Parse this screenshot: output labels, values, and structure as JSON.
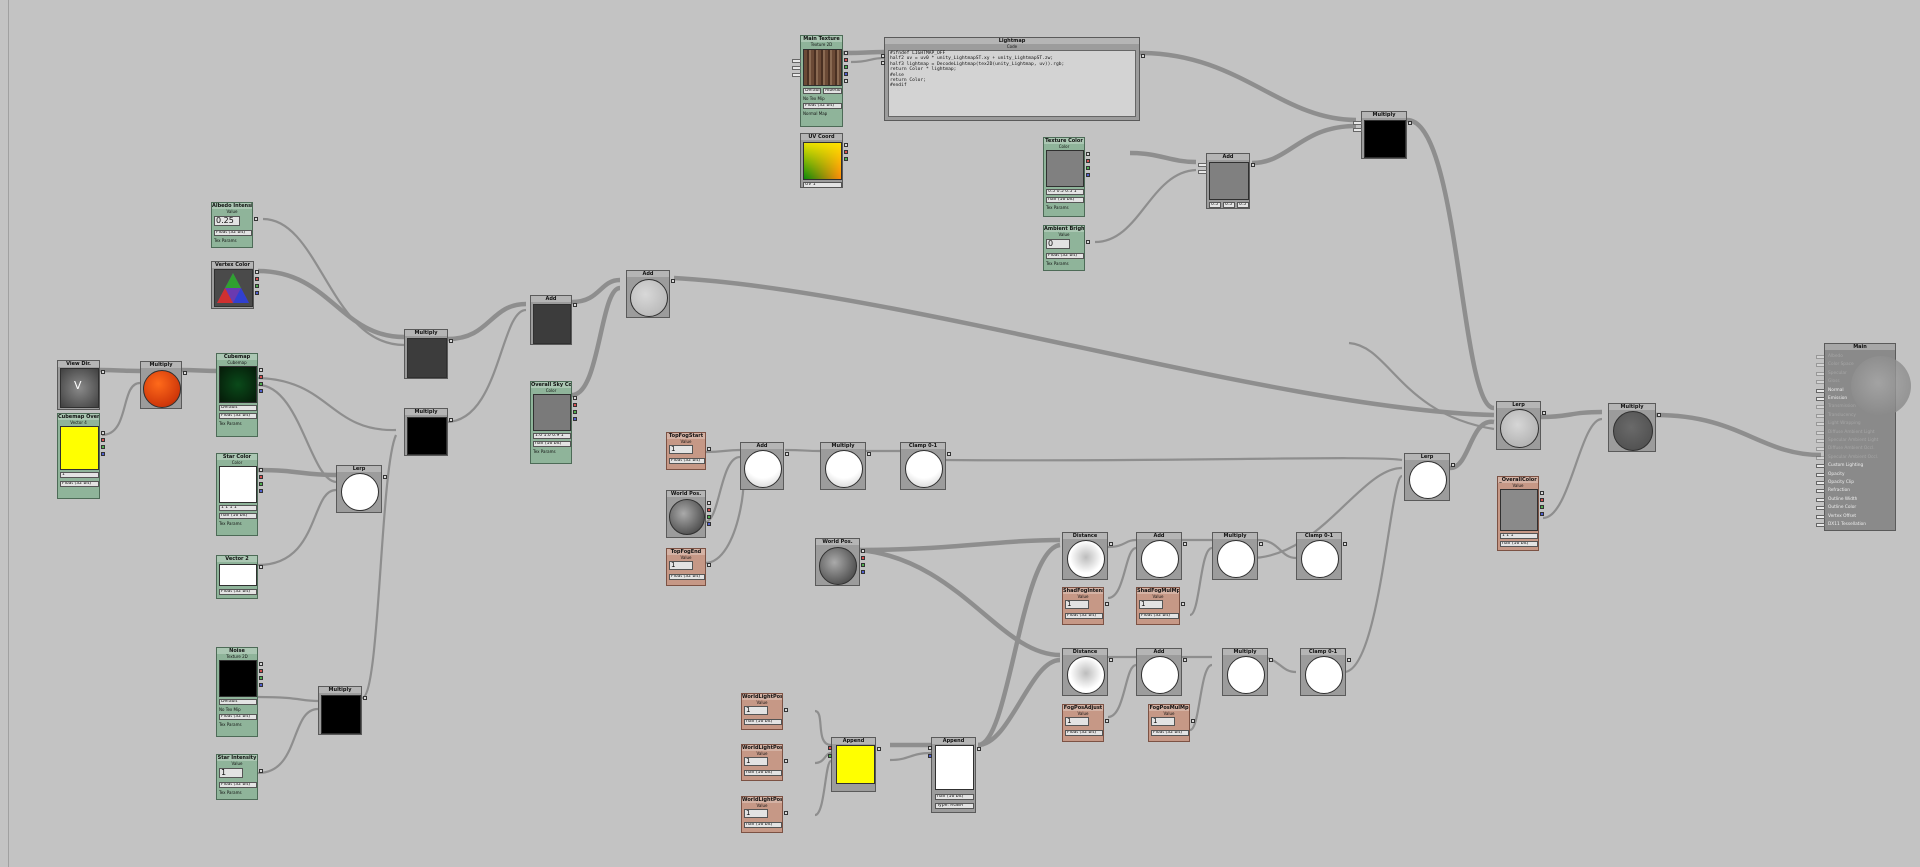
{
  "colors": {
    "canvas": "#c3c3c3",
    "node_gray": "#7a7a7a",
    "node_green": "#8fb49a",
    "node_salmon": "#c69886",
    "wire": "#8e8e8e"
  },
  "nodes": {
    "main_texture": {
      "title": "Main Texture",
      "type": "Texture 2D",
      "value_row": "Default",
      "mode": "Albedo",
      "checkbox": "No Tex Mip",
      "format": "Float (32 bit)",
      "toggle": "Normal Map"
    },
    "uv_coord": {
      "title": "UV Coord",
      "field": "UV 1"
    },
    "lightmap": {
      "title": "Lightmap",
      "sub": "Code",
      "code": "#ifndef LIGHTMAP_OFF\nhalf2 uv = uv0 * unity_LightmapST.xy + unity_LightmapST.zw;\nhalf3 lightmap = DecodeLightmap(tex2D(unity_Lightmap, uv)).rgb;\nreturn Color * lightmap;\n#else\nreturn Color;\n#endif"
    },
    "texture_color": {
      "title": "Texture Color",
      "type": "Color",
      "field": "0.5  0.5  0.5  1",
      "format": "half (16 bit)",
      "checkbox": "Tex Params"
    },
    "add_top": {
      "title": "Add",
      "fields": [
        "0.5",
        "0.5",
        "0.5"
      ]
    },
    "ambient_brightness": {
      "title": "Ambient Brightness",
      "type": "Value",
      "value": "0",
      "format": "Float (32 bit)",
      "checkbox": "Tex Params"
    },
    "multiply_top": {
      "title": "Multiply"
    },
    "albedo_intensity": {
      "title": "Albedo Intensity",
      "type": "Value",
      "value": "0.25",
      "format": "Float (32 bit)",
      "checkbox": "Tex Params"
    },
    "vertex_color": {
      "title": "Vertex Color"
    },
    "multiply_1": {
      "title": "Multiply"
    },
    "add_1": {
      "title": "Add"
    },
    "add_2": {
      "title": "Add"
    },
    "view_dir": {
      "title": "View Dir."
    },
    "multiply_2": {
      "title": "Multiply"
    },
    "cubemap": {
      "title": "Cubemap",
      "type": "Cubemap",
      "mode": "Default",
      "format": "Float (32 bit)",
      "checkbox": "Tex Params"
    },
    "multiply_3": {
      "title": "Multiply"
    },
    "overall_sky_color": {
      "title": "Overall Sky Color",
      "type": "Color",
      "field": "1.0  1.0  0.9  1",
      "format": "half (16 bit)",
      "checkbox": "Tex Params"
    },
    "cubemap_override": {
      "title": "Cubemap Override",
      "type": "Vector 4",
      "field": "1",
      "format": "Float (32 bit)"
    },
    "star_color": {
      "title": "Star Color",
      "type": "Color",
      "field": "1  1  1  1",
      "format": "half (16 bit)",
      "checkbox": "Tex Params"
    },
    "lerp_1": {
      "title": "Lerp"
    },
    "vector_2": {
      "title": "Vector 2",
      "format": "Float (32 bit)"
    },
    "noise": {
      "title": "Noise",
      "type": "Texture 2D",
      "value_row": "Default",
      "checkbox": "No Tex Mip",
      "format": "Float (32 bit)",
      "toggle": "Tex Params"
    },
    "multiply_noise": {
      "title": "Multiply"
    },
    "star_intensity": {
      "title": "Star Intensity",
      "type": "Value",
      "value": "1",
      "format": "Float (32 bit)",
      "checkbox": "Tex Params"
    },
    "top_fog_start": {
      "title": "TopFogStart",
      "type": "Value",
      "value": "1",
      "format": "Float (32 bit)"
    },
    "world_pos_1": {
      "title": "World Pos."
    },
    "top_fog_end": {
      "title": "TopFogEnd",
      "type": "Value",
      "value": "1",
      "format": "Float (32 bit)"
    },
    "add_fog": {
      "title": "Add"
    },
    "multiply_fog": {
      "title": "Multiply"
    },
    "clamp_fog": {
      "title": "Clamp 0-1"
    },
    "world_pos_2": {
      "title": "World Pos."
    },
    "distance_1": {
      "title": "Distance"
    },
    "add_d1": {
      "title": "Add"
    },
    "multiply_d1": {
      "title": "Multiply"
    },
    "clamp_d1": {
      "title": "Clamp 0-1"
    },
    "shad_fog_intensity": {
      "title": "ShadFogIntens",
      "type": "Value",
      "value": "1",
      "format": "Float (32 bit)"
    },
    "shad_fog_mul": {
      "title": "ShadFogMulMp",
      "type": "Value",
      "value": "1",
      "format": "Float (32 bit)"
    },
    "distance_2": {
      "title": "Distance"
    },
    "add_d2": {
      "title": "Add"
    },
    "multiply_d2": {
      "title": "Multiply"
    },
    "clamp_d2": {
      "title": "Clamp 0-1"
    },
    "fog_pos_adjust": {
      "title": "FogPosAdjust",
      "type": "Value",
      "value": "1",
      "format": "Float (32 bit)"
    },
    "fog_pos_mul": {
      "title": "FogPosMulMp",
      "type": "Value",
      "value": "1",
      "format": "Float (32 bit)"
    },
    "light_pos_x": {
      "title": "WorldLightPosX",
      "type": "Value",
      "value": "1",
      "format": "half (16 bit)"
    },
    "light_pos_y": {
      "title": "WorldLightPosY",
      "type": "Value",
      "value": "1",
      "format": "half (16 bit)"
    },
    "light_pos_z": {
      "title": "WorldLightPosZ",
      "type": "Value",
      "value": "1",
      "format": "half (16 bit)"
    },
    "append_1": {
      "title": "Append"
    },
    "append_2": {
      "title": "Append",
      "format": "half (16 bit)",
      "extra": "Type: RGBA"
    },
    "lerp_2": {
      "title": "Lerp"
    },
    "lerp_3": {
      "title": "Lerp"
    },
    "overall_color": {
      "title": "_OverallColor",
      "type": "Value",
      "field": "1  1  1",
      "format": "half (16 bit)"
    },
    "multiply_final": {
      "title": "Multiply"
    },
    "main": {
      "title": "Main",
      "inputs": [
        {
          "label": "Albedo",
          "active": false
        },
        {
          "label": "Color Space",
          "active": false
        },
        {
          "label": "Specular",
          "active": false
        },
        {
          "label": "Gloss",
          "active": false
        },
        {
          "label": "Normal",
          "active": true
        },
        {
          "label": "Emission",
          "active": true
        },
        {
          "label": "Transmission",
          "active": false
        },
        {
          "label": "Translucency",
          "active": false
        },
        {
          "label": "Light Wrapping",
          "active": false
        },
        {
          "label": "Diffuse Ambient Light",
          "active": false
        },
        {
          "label": "Specular Ambient Light",
          "active": false
        },
        {
          "label": "Diffuse Ambient Occl.",
          "active": false
        },
        {
          "label": "Specular Ambient Occl.",
          "active": false
        },
        {
          "label": "Custom Lighting",
          "active": true
        },
        {
          "label": "Opacity",
          "active": true
        },
        {
          "label": "Opacity Clip",
          "active": true
        },
        {
          "label": "Refraction",
          "active": true
        },
        {
          "label": "Outline Width",
          "active": true
        },
        {
          "label": "Outline Color",
          "active": true
        },
        {
          "label": "Vertex Offset",
          "active": true
        },
        {
          "label": "DX11 Tessellation",
          "active": true
        }
      ]
    }
  }
}
